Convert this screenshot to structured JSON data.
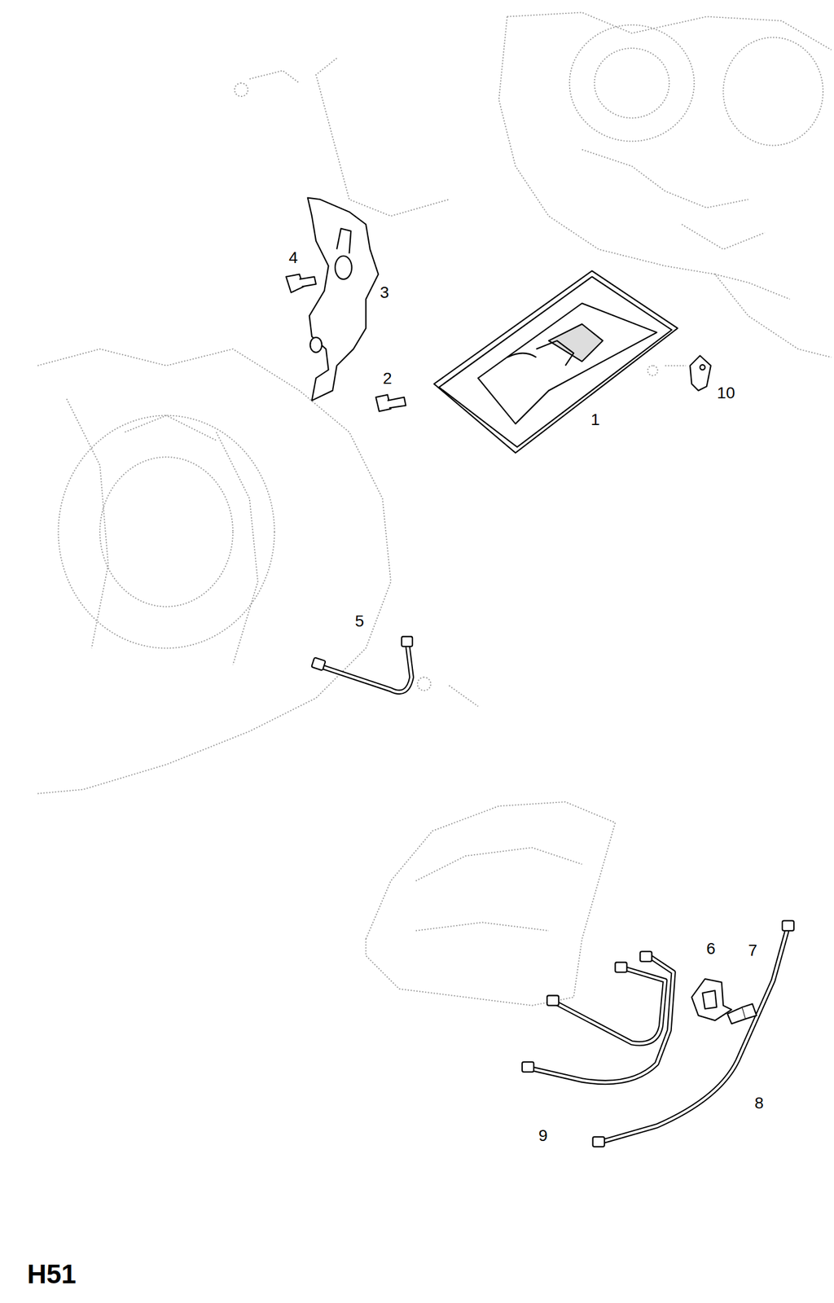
{
  "diagram": {
    "labels": [
      "4",
      "3",
      "2",
      "1",
      "10",
      "5",
      "6",
      "7",
      "8",
      "9",
      "H51"
    ]
  }
}
